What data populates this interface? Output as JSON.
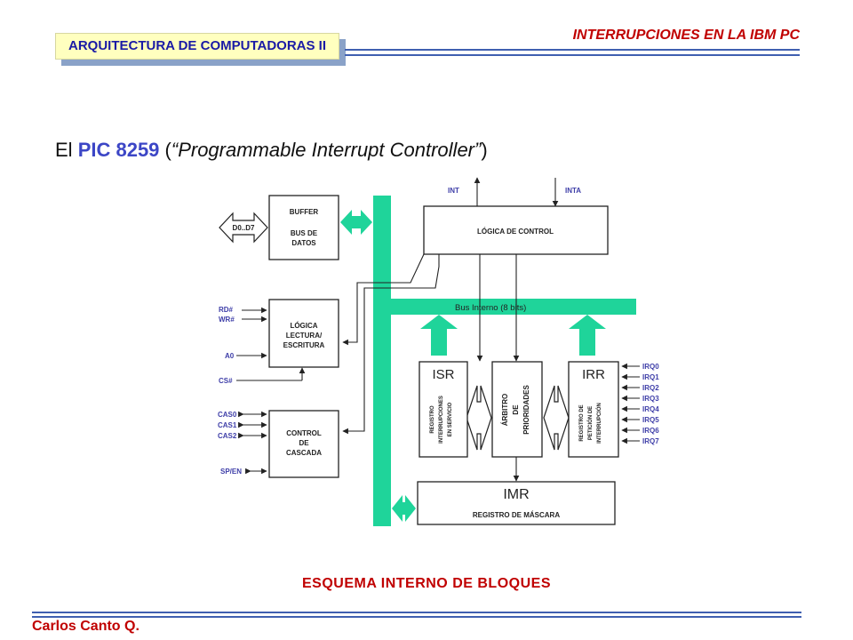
{
  "header": {
    "course_title": "ARQUITECTURA DE COMPUTADORAS II",
    "topic_title": "INTERRUPCIONES EN LA IBM PC"
  },
  "heading": {
    "prefix": "El ",
    "chip": "PIC 8259",
    "paren_open": " (",
    "full_name": "“Programmable Interrupt Controller”",
    "paren_close": ")"
  },
  "diagram": {
    "accent_color": "#1fd49a",
    "blocks": {
      "buffer": [
        "BUFFER",
        "BUS DE",
        "DATOS"
      ],
      "rw": [
        "LÓGICA",
        "LECTURA/",
        "ESCRITURA"
      ],
      "cascade": [
        "CONTROL",
        "DE",
        "CASCADA"
      ],
      "control": "LÓGICA DE CONTROL",
      "isr_title": "ISR",
      "isr_sub": [
        "REGISTRO",
        "INTERRUPCIONES",
        "EN SERVICIO"
      ],
      "arbiter": [
        "ÁRBITRO",
        "DE",
        "PRIORIDADES"
      ],
      "irr_title": "IRR",
      "irr_sub": [
        "REGISTRO DE",
        "PETICIÓN DE",
        "INTERRUPCIÓN"
      ],
      "imr_title": "IMR",
      "imr_sub": "REGISTRO DE MÁSCARA"
    },
    "data_bus": "D0..D7",
    "internal_bus": "Bus Interno (8 bits)",
    "top_signals": [
      "INT",
      "INTA"
    ],
    "rw_signals": [
      "RD#",
      "WR#",
      "A0",
      "CS#"
    ],
    "cascade_signals": [
      "CAS0",
      "CAS1",
      "CAS2",
      "SP/EN"
    ],
    "irq_lines": [
      "IRQ0",
      "IRQ1",
      "IRQ2",
      "IRQ3",
      "IRQ4",
      "IRQ5",
      "IRQ6",
      "IRQ7"
    ]
  },
  "caption": "ESQUEMA INTERNO DE BLOQUES",
  "footer": {
    "author": "Carlos Canto Q."
  }
}
